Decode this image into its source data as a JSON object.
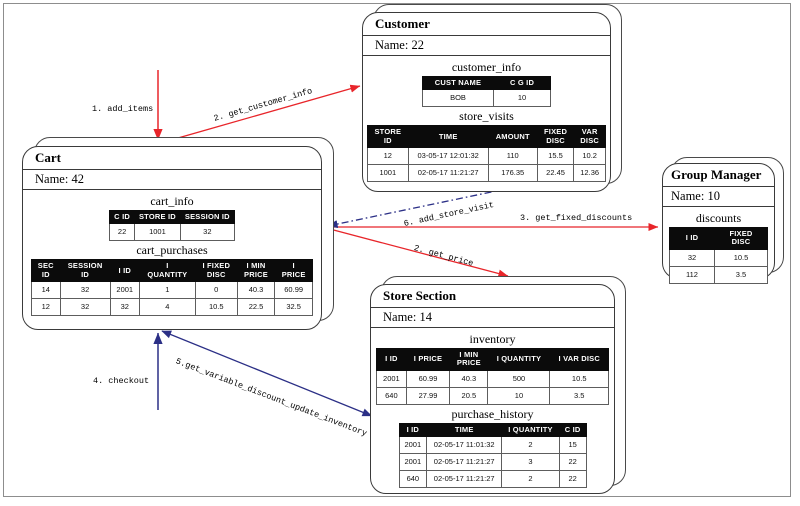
{
  "diagram": {
    "title": "object-interaction-sequence",
    "colors": {
      "call": "#e8252a",
      "reply": "#2b2f86",
      "dashed": "#2b2f86",
      "header": "#0b0b0b"
    }
  },
  "objects": {
    "cart": {
      "title": "Cart",
      "name_label": "Name: 42",
      "tables": [
        {
          "name": "cart_info",
          "columns": [
            "C ID",
            "STORE ID",
            "SESSION ID"
          ],
          "rows": [
            [
              "22",
              "1001",
              "32"
            ]
          ]
        },
        {
          "name": "cart_purchases",
          "columns": [
            "SEC\nID",
            "SESSION\nID",
            "I ID",
            "I\nQUANTITY",
            "I FIXED\nDISC",
            "I MIN\nPRICE",
            "I\nPRICE"
          ],
          "rows": [
            [
              "14",
              "32",
              "2001",
              "1",
              "0",
              "40.3",
              "60.99"
            ],
            [
              "12",
              "32",
              "32",
              "4",
              "10.5",
              "22.5",
              "32.5"
            ]
          ]
        }
      ]
    },
    "customer": {
      "title": "Customer",
      "name_label": "Name: 22",
      "tables": [
        {
          "name": "customer_info",
          "columns": [
            "CUST NAME",
            "C G ID"
          ],
          "rows": [
            [
              "BOB",
              "10"
            ]
          ]
        },
        {
          "name": "store_visits",
          "columns": [
            "STORE\nID",
            "TIME",
            "AMOUNT",
            "FIXED\nDISC",
            "VAR\nDISC"
          ],
          "rows": [
            [
              "12",
              "03-05-17 12:01:32",
              "110",
              "15.5",
              "10.2"
            ],
            [
              "1001",
              "02-05-17 11:21:27",
              "176.35",
              "22.45",
              "12.36"
            ]
          ]
        }
      ]
    },
    "group_manager": {
      "title": "Group Manager",
      "name_label": "Name: 10",
      "tables": [
        {
          "name": "discounts",
          "columns": [
            "I ID",
            "FIXED\nDISC"
          ],
          "rows": [
            [
              "32",
              "10.5"
            ],
            [
              "112",
              "3.5"
            ]
          ]
        }
      ]
    },
    "store_section": {
      "title": "Store Section",
      "name_label": "Name: 14",
      "tables": [
        {
          "name": "inventory",
          "columns": [
            "I ID",
            "I PRICE",
            "I MIN\nPRICE",
            "I QUANTITY",
            "I VAR DISC"
          ],
          "rows": [
            [
              "2001",
              "60.99",
              "40.3",
              "500",
              "10.5"
            ],
            [
              "640",
              "27.99",
              "20.5",
              "10",
              "3.5"
            ]
          ]
        },
        {
          "name": "purchase_history",
          "columns": [
            "I ID",
            "TIME",
            "I QUANTITY",
            "C ID"
          ],
          "rows": [
            [
              "2001",
              "02-05-17 11:01:32",
              "2",
              "15"
            ],
            [
              "2001",
              "02-05-17 11:21:27",
              "3",
              "22"
            ],
            [
              "640",
              "02-05-17 11:21:27",
              "2",
              "22"
            ]
          ]
        }
      ]
    }
  },
  "messages": [
    {
      "id": "m1",
      "label": "1. add_items",
      "style": "call"
    },
    {
      "id": "m2a",
      "label": "2. get_customer_info",
      "style": "call"
    },
    {
      "id": "m2b",
      "label": "2. get_price",
      "style": "call"
    },
    {
      "id": "m3",
      "label": "3. get_fixed_discounts",
      "style": "call"
    },
    {
      "id": "m4",
      "label": "4. checkout",
      "style": "reply"
    },
    {
      "id": "m5",
      "label": "5.get_variable_discount_update_inventory",
      "style": "reply"
    },
    {
      "id": "m6",
      "label": "6. add_store_visit",
      "style": "dashed"
    }
  ]
}
